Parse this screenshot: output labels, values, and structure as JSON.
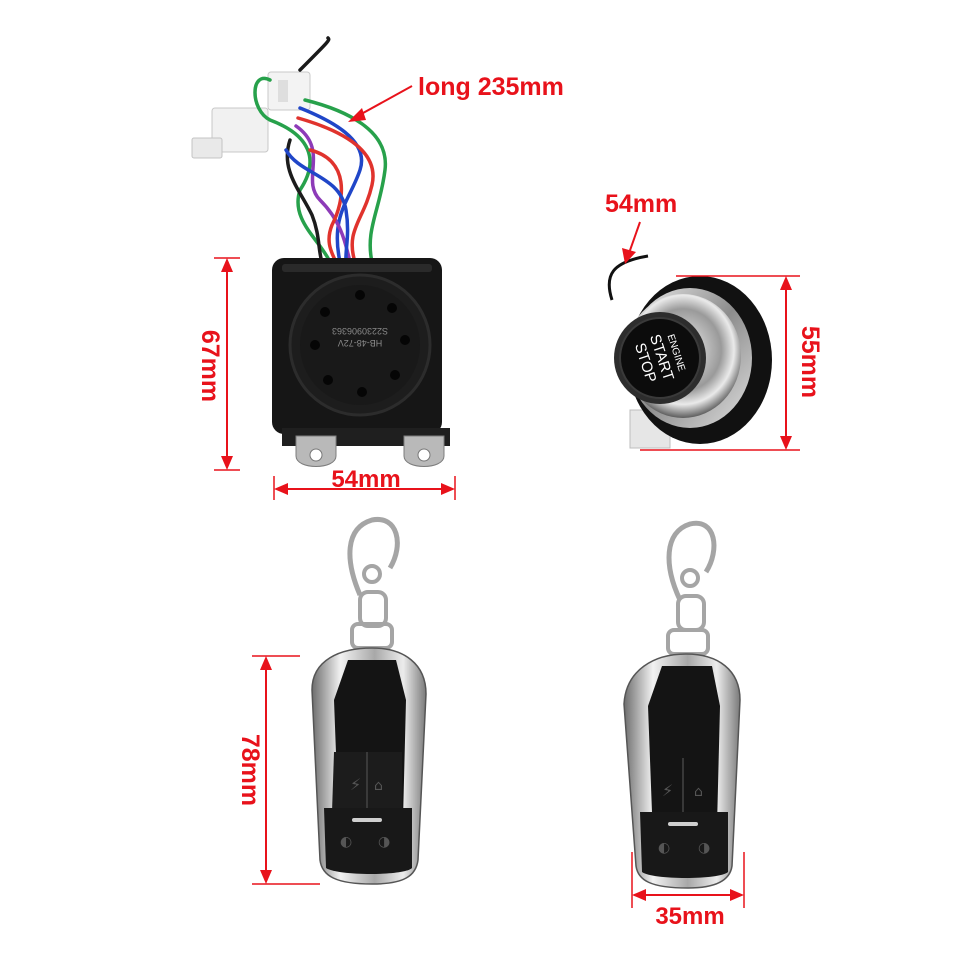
{
  "labels": {
    "wire_length": "long 235mm",
    "alarm_height": "67mm",
    "alarm_width": "54mm",
    "button_wire": "54mm",
    "button_height": "55mm",
    "remote_height": "78mm",
    "remote_width": "35mm"
  },
  "product_text": {
    "button_line1": "ENGINE",
    "button_line2": "START",
    "button_line3": "STOP",
    "alarm_line1": "HB-48-72V",
    "alarm_line2": "S2230906363"
  },
  "colors": {
    "annotation": "#e8121b",
    "body_black": "#141414",
    "chrome": "#c9c9c9"
  }
}
